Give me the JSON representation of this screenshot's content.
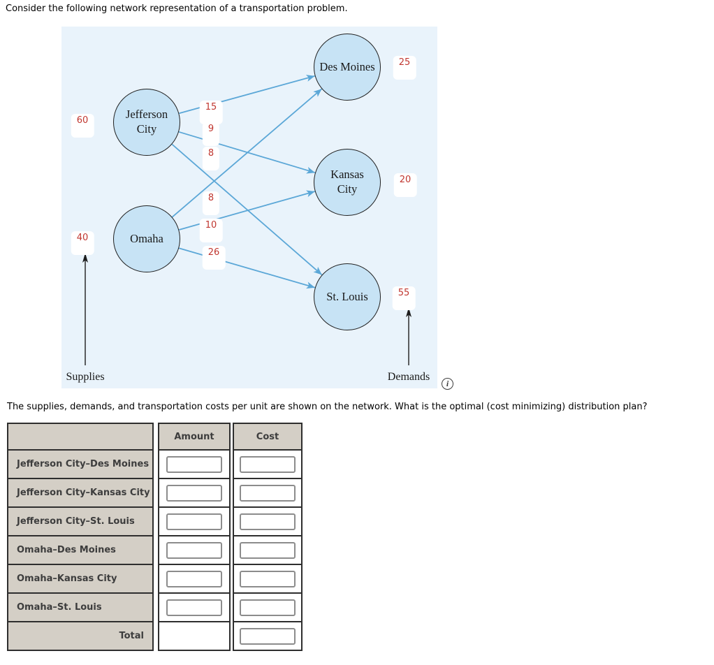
{
  "title": "Consider the following network representation of a transportation problem.",
  "question": "The supplies, demands, and transportation costs per unit are shown on the network. What is the optimal (cost minimizing) distribution plan?",
  "colors": {
    "diagram_bg": "#e9f3fb",
    "node_fill": "#c7e3f5",
    "edge_blue": "#5ba7d7",
    "value_red": "#c0362f",
    "table_tan": "#d4cfc6",
    "table_border": "#2e2e2e",
    "input_border": "#8c8c8c"
  },
  "diagram": {
    "supplies_label": "Supplies",
    "demands_label": "Demands",
    "info_icon_glyph": "i",
    "supply_nodes": [
      {
        "name": "Jefferson\nCity",
        "supply": "60"
      },
      {
        "name": "Omaha",
        "supply": "40"
      }
    ],
    "demand_nodes": [
      {
        "name": "Des Moines",
        "demand": "25"
      },
      {
        "name": "Kansas\nCity",
        "demand": "20"
      },
      {
        "name": "St. Louis",
        "demand": "55"
      }
    ],
    "edge_costs": [
      {
        "from": "Jefferson City",
        "to": "Des Moines",
        "cost": "15"
      },
      {
        "from": "Jefferson City",
        "to": "Kansas City",
        "cost": "9"
      },
      {
        "from": "Jefferson City",
        "to": "St. Louis",
        "cost": "8"
      },
      {
        "from": "Omaha",
        "to": "Des Moines",
        "cost": "8"
      },
      {
        "from": "Omaha",
        "to": "Kansas City",
        "cost": "10"
      },
      {
        "from": "Omaha",
        "to": "St. Louis",
        "cost": "26"
      }
    ]
  },
  "table": {
    "column_headers": [
      "Amount",
      "Cost"
    ],
    "rows": [
      {
        "label": "Jefferson City–Des Moines",
        "amount": "",
        "cost": ""
      },
      {
        "label": "Jefferson City–Kansas City",
        "amount": "",
        "cost": ""
      },
      {
        "label": "Jefferson City–St. Louis",
        "amount": "",
        "cost": ""
      },
      {
        "label": "Omaha–Des Moines",
        "amount": "",
        "cost": ""
      },
      {
        "label": "Omaha–Kansas City",
        "amount": "",
        "cost": ""
      },
      {
        "label": "Omaha–St. Louis",
        "amount": "",
        "cost": ""
      }
    ],
    "total_label": "Total",
    "total_cost": ""
  }
}
